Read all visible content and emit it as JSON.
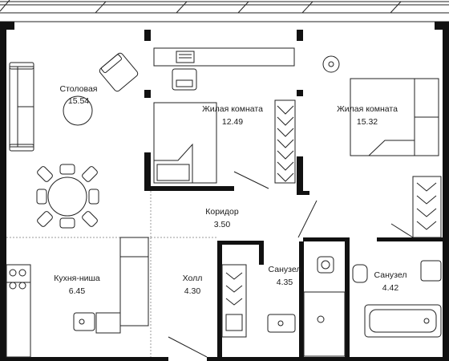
{
  "rooms": {
    "dining": {
      "name": "Столовая",
      "area": "15.54"
    },
    "bedroom1": {
      "name": "Жилая комната",
      "area": "12.49"
    },
    "bedroom2": {
      "name": "Жилая комната",
      "area": "15.32"
    },
    "corridor": {
      "name": "Коридор",
      "area": "3.50"
    },
    "kitchen": {
      "name": "Кухня-ниша",
      "area": "6.45"
    },
    "hall": {
      "name": "Холл",
      "area": "4.30"
    },
    "bath1": {
      "name": "Санузел",
      "area": "4.35"
    },
    "bath2": {
      "name": "Санузел",
      "area": "4.42"
    }
  },
  "colors": {
    "wall": "#111111",
    "line": "#222222",
    "dash": "#9a9a9a"
  }
}
